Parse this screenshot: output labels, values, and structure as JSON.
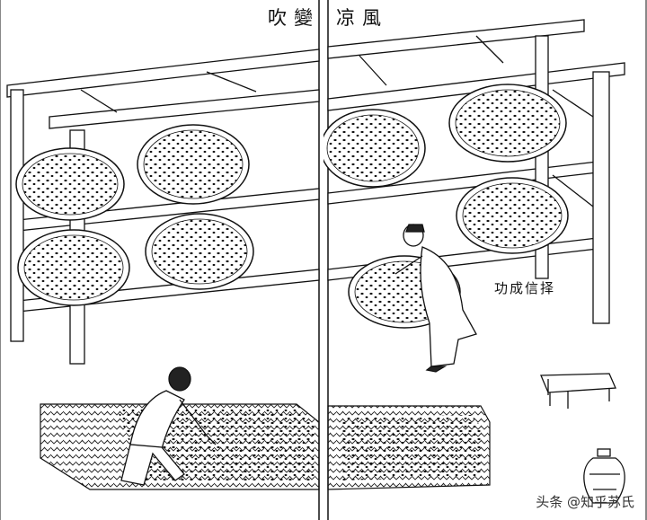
{
  "left_page": {
    "title": "吹變"
  },
  "right_page": {
    "title": "凉風",
    "side_label": "功成信择"
  },
  "watermark": {
    "text": "头条 @知乎苏氏"
  }
}
